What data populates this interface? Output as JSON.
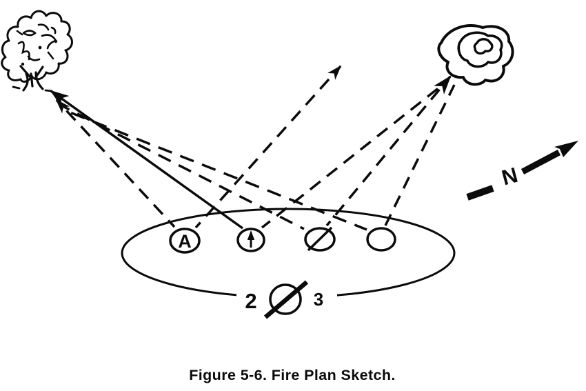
{
  "figure": {
    "caption": "Figure 5-6.  Fire Plan Sketch.",
    "compass": {
      "label": "N"
    },
    "perimeter": {
      "unit_designation": {
        "left_number": "2",
        "right_number": "3",
        "symbol": "circle-with-slash"
      },
      "positions": [
        {
          "label": "A",
          "type": "circled-letter"
        },
        {
          "label": "",
          "type": "circle-with-up-arrow"
        },
        {
          "label": "",
          "type": "circle-with-slash"
        },
        {
          "label": "",
          "type": "open-circle"
        }
      ]
    },
    "landmarks": [
      {
        "name": "tree",
        "location": "top-left"
      },
      {
        "name": "hill-contours",
        "location": "top-right"
      }
    ],
    "ink_color": "#0b0b0b",
    "background_color": "#ffffff"
  }
}
